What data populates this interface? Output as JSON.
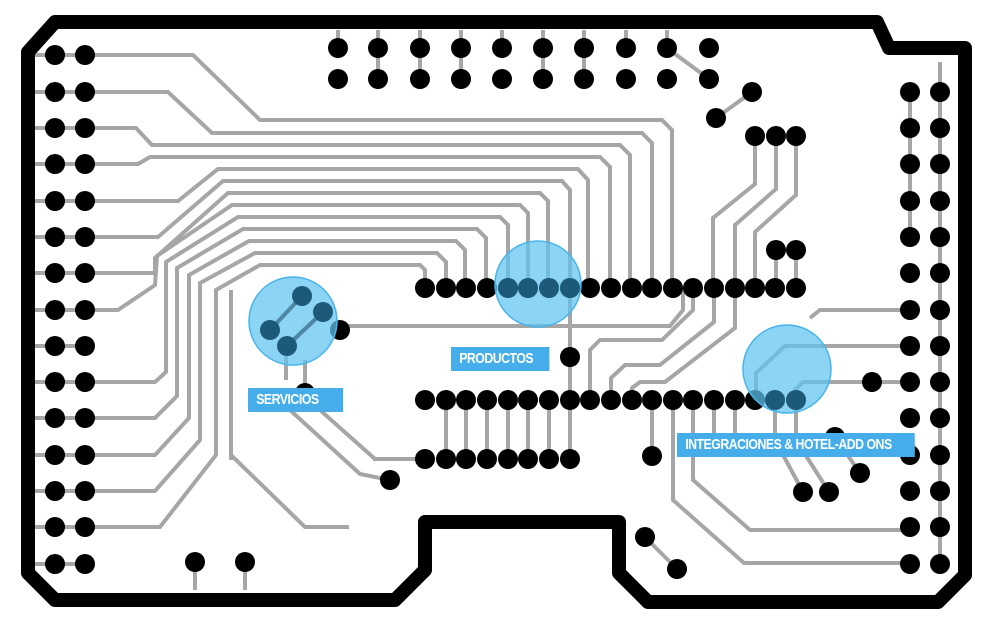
{
  "colors": {
    "board_outline": "#000000",
    "trace": "#a6a6a6",
    "pad": "#000000",
    "highlight_fill": "#5ec3f0",
    "highlight_stroke": "#48b4ea",
    "highlighted_pad": "#1c5a78",
    "label_background": "#45aeea",
    "label_text": "#ffffff"
  },
  "labels": {
    "servicios": "SERVICIOS",
    "productos": "PRODUCTOS",
    "integraciones": "INTEGRACIONES &  HOTEL-ADD ONS"
  },
  "hotspots": [
    {
      "name": "servicios",
      "label": "SERVICIOS"
    },
    {
      "name": "productos",
      "label": "PRODUCTOS"
    },
    {
      "name": "integraciones",
      "label": "INTEGRACIONES &  HOTEL-ADD ONS"
    }
  ]
}
